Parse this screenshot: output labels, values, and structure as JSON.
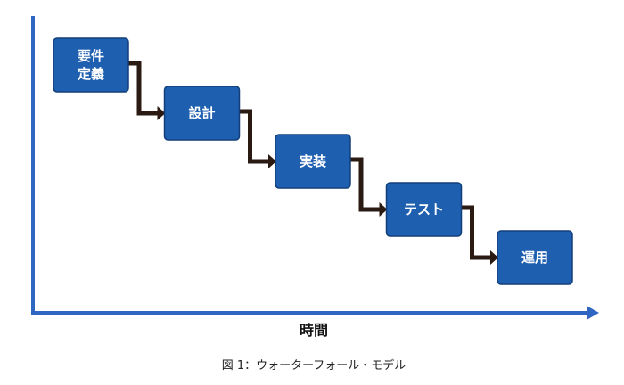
{
  "diagram": {
    "type": "waterfall",
    "phases": [
      {
        "label_lines": [
          "要件",
          "定義"
        ]
      },
      {
        "label_lines": [
          "設計"
        ]
      },
      {
        "label_lines": [
          "実装"
        ]
      },
      {
        "label_lines": [
          "テスト"
        ]
      },
      {
        "label_lines": [
          "運用"
        ]
      }
    ],
    "x_axis_label": "時間",
    "caption": "図 1：ウォーターフォール・モデル",
    "colors": {
      "phase_fill": "#1f5fb0",
      "axis": "#2f66c4",
      "connector": "#2a1a12"
    }
  }
}
